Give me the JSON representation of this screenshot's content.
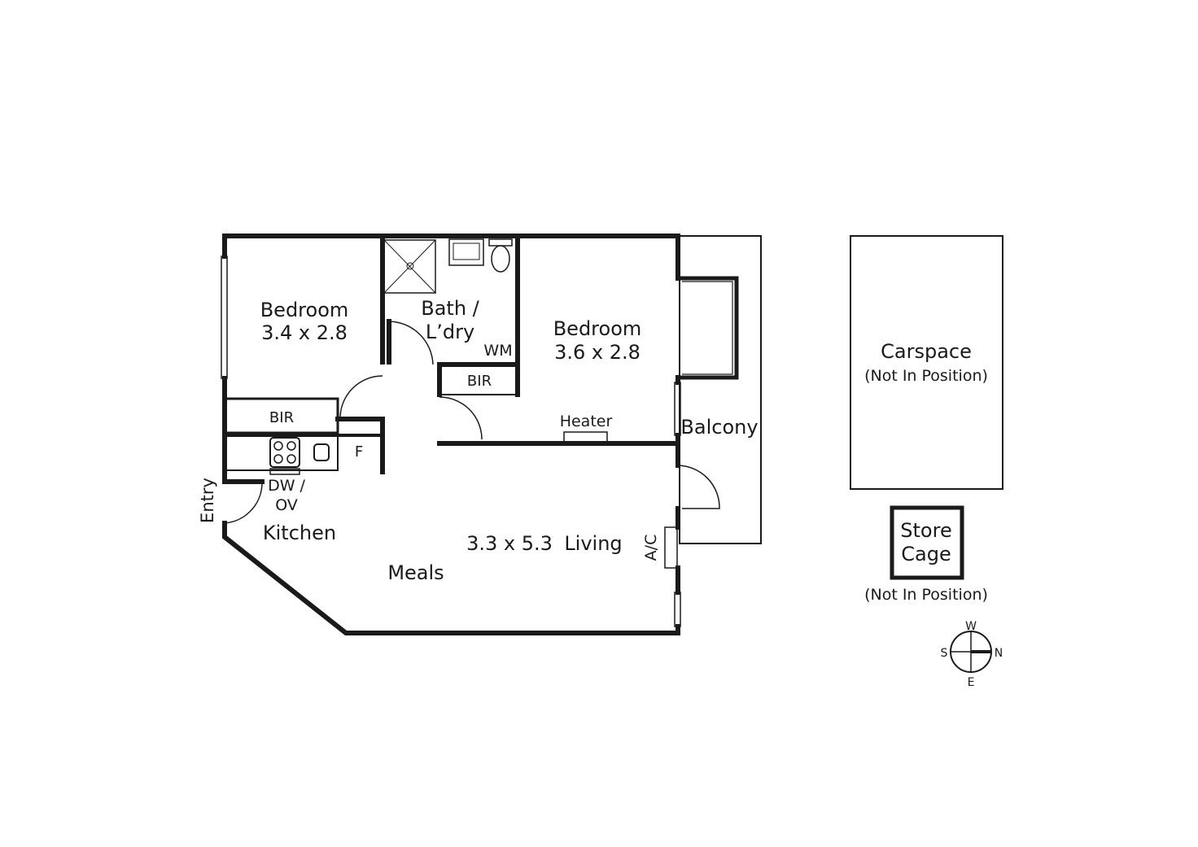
{
  "rooms": {
    "bedroom1": {
      "name": "Bedroom",
      "size": "3.4 x 2.8"
    },
    "bath": {
      "line1": "Bath /",
      "line2": "L’dry"
    },
    "wm": "WM",
    "bir_bath": "BIR",
    "bedroom2": {
      "name": "Bedroom",
      "size": "3.6 x 2.8"
    },
    "bir_bed1": "BIR",
    "fridge": "F",
    "dw_ov": {
      "line1": "DW /",
      "line2": "OV"
    },
    "entry": "Entry",
    "kitchen": "Kitchen",
    "meals": "Meals",
    "living_size": "3.3 x 5.3",
    "living": "Living",
    "heater": "Heater",
    "ac": "A/C",
    "balcony": "Balcony"
  },
  "carspace": {
    "name": "Carspace",
    "note": "(Not In Position)"
  },
  "store_cage": {
    "line1": "Store",
    "line2": "Cage",
    "note": "(Not In Position)"
  },
  "compass": {
    "w": "W",
    "s": "S",
    "n": "N",
    "e": "E"
  },
  "colors": {
    "wall": "#1a1a1a",
    "background": "#ffffff"
  }
}
